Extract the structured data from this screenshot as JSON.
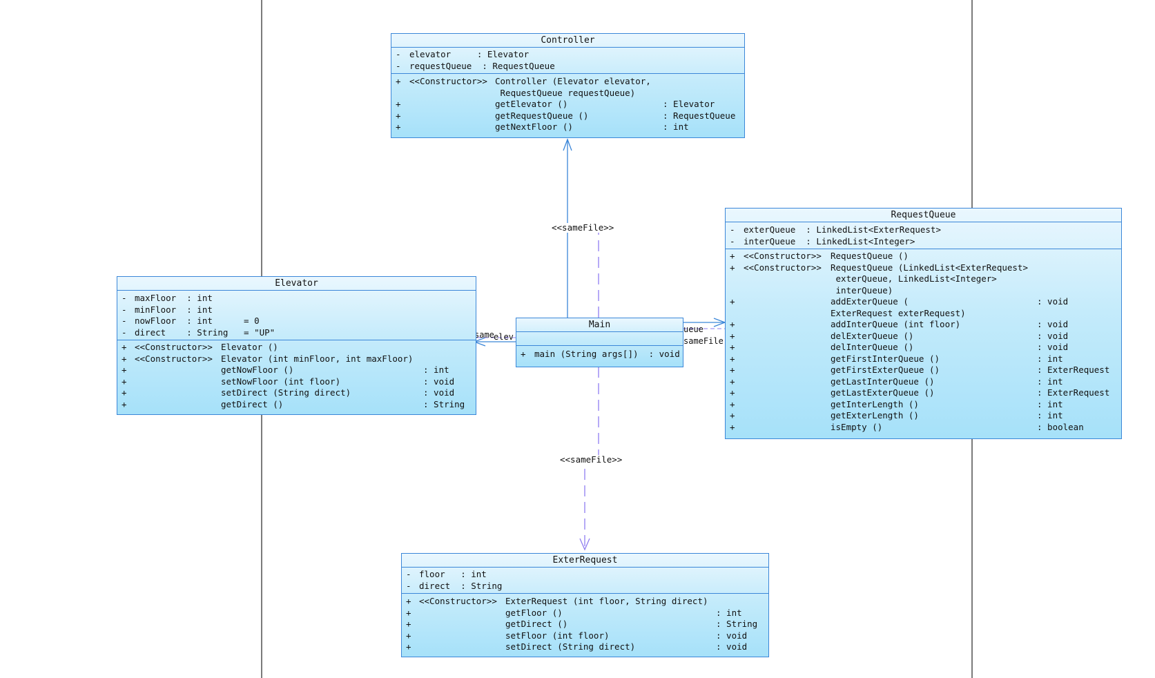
{
  "colors": {
    "border": "#3a86d8",
    "fill_top": "#eaf7fe",
    "fill_bottom": "#a6e1f9",
    "assoc_line": "#3a86d8",
    "dependency_line": "#8e7cf0",
    "frame_line": "#222222"
  },
  "classes": {
    "controller": {
      "name": "Controller",
      "attributes": [
        {
          "vis": "-",
          "name": "elevator     : Elevator"
        },
        {
          "vis": "-",
          "name": "requestQueue  : RequestQueue"
        }
      ],
      "operations": [
        {
          "vis": "+",
          "stereo": "<<Constructor>>",
          "name": "Controller (Elevator elevator,",
          "ret": ""
        },
        {
          "vis": "",
          "stereo": "",
          "name": " RequestQueue requestQueue)",
          "ret": ""
        },
        {
          "vis": "+",
          "stereo": "",
          "name": "getElevator ()",
          "ret": ": Elevator"
        },
        {
          "vis": "+",
          "stereo": "",
          "name": "getRequestQueue ()",
          "ret": ": RequestQueue"
        },
        {
          "vis": "+",
          "stereo": "",
          "name": "getNextFloor ()",
          "ret": ": int"
        }
      ]
    },
    "elevator": {
      "name": "Elevator",
      "attributes": [
        {
          "vis": "-",
          "name": "maxFloor  : int"
        },
        {
          "vis": "-",
          "name": "minFloor  : int"
        },
        {
          "vis": "-",
          "name": "nowFloor  : int      = 0"
        },
        {
          "vis": "-",
          "name": "direct    : String   = \"UP\""
        }
      ],
      "operations": [
        {
          "vis": "+",
          "stereo": "<<Constructor>>",
          "name": "Elevator ()",
          "ret": ""
        },
        {
          "vis": "+",
          "stereo": "<<Constructor>>",
          "name": "Elevator (int minFloor, int maxFloor)",
          "ret": ""
        },
        {
          "vis": "+",
          "stereo": "",
          "name": "getNowFloor ()",
          "ret": ": int"
        },
        {
          "vis": "+",
          "stereo": "",
          "name": "setNowFloor (int floor)",
          "ret": ": void"
        },
        {
          "vis": "+",
          "stereo": "",
          "name": "setDirect (String direct)",
          "ret": ": void"
        },
        {
          "vis": "+",
          "stereo": "",
          "name": "getDirect ()",
          "ret": ": String"
        }
      ]
    },
    "main": {
      "name": "Main",
      "attributes": [],
      "operations": [
        {
          "vis": "+",
          "stereo": "",
          "name": "main (String args[])  : void",
          "ret": ""
        }
      ]
    },
    "request_queue": {
      "name": "RequestQueue",
      "attributes": [
        {
          "vis": "-",
          "name": "exterQueue  : LinkedList<ExterRequest>"
        },
        {
          "vis": "-",
          "name": "interQueue  : LinkedList<Integer>"
        }
      ],
      "operations": [
        {
          "vis": "+",
          "stereo": "<<Constructor>>",
          "name": "RequestQueue ()",
          "ret": ""
        },
        {
          "vis": "+",
          "stereo": "<<Constructor>>",
          "name": "RequestQueue (LinkedList<ExterRequest>",
          "ret": ""
        },
        {
          "vis": "",
          "stereo": "",
          "name": " exterQueue, LinkedList<Integer>",
          "ret": ""
        },
        {
          "vis": "",
          "stereo": "",
          "name": " interQueue)",
          "ret": ""
        },
        {
          "vis": "+",
          "stereo": "",
          "name": "addExterQueue (",
          "ret": ": void"
        },
        {
          "vis": "",
          "stereo": "",
          "name": "ExterRequest exterRequest)",
          "ret": ""
        },
        {
          "vis": "+",
          "stereo": "",
          "name": "addInterQueue (int floor)",
          "ret": ": void"
        },
        {
          "vis": "+",
          "stereo": "",
          "name": "delExterQueue ()",
          "ret": ": void"
        },
        {
          "vis": "+",
          "stereo": "",
          "name": "delInterQueue ()",
          "ret": ": void"
        },
        {
          "vis": "+",
          "stereo": "",
          "name": "getFirstInterQueue ()",
          "ret": ": int"
        },
        {
          "vis": "+",
          "stereo": "",
          "name": "getFirstExterQueue ()",
          "ret": ": ExterRequest"
        },
        {
          "vis": "+",
          "stereo": "",
          "name": "getLastInterQueue ()",
          "ret": ": int"
        },
        {
          "vis": "+",
          "stereo": "",
          "name": "getLastExterQueue ()",
          "ret": ": ExterRequest"
        },
        {
          "vis": "+",
          "stereo": "",
          "name": "getInterLength ()",
          "ret": ": int"
        },
        {
          "vis": "+",
          "stereo": "",
          "name": "getExterLength ()",
          "ret": ": int"
        },
        {
          "vis": "+",
          "stereo": "",
          "name": "isEmpty ()",
          "ret": ": boolean"
        }
      ]
    },
    "exter_request": {
      "name": "ExterRequest",
      "attributes": [
        {
          "vis": "-",
          "name": "floor   : int"
        },
        {
          "vis": "-",
          "name": "direct  : String"
        }
      ],
      "operations": [
        {
          "vis": "+",
          "stereo": "<<Constructor>>",
          "name": "ExterRequest (int floor, String direct)",
          "ret": ""
        },
        {
          "vis": "+",
          "stereo": "",
          "name": "getFloor ()",
          "ret": ": int"
        },
        {
          "vis": "+",
          "stereo": "",
          "name": "getDirect ()",
          "ret": ": String"
        },
        {
          "vis": "+",
          "stereo": "",
          "name": "setFloor (int floor)",
          "ret": ": void"
        },
        {
          "vis": "+",
          "stereo": "",
          "name": "setDirect (String direct)",
          "ret": ": void"
        }
      ]
    }
  },
  "relations": {
    "main_controller_label": "<<sameFile>>",
    "main_exter_label": "<<sameFile>>",
    "main_elevator_label_a": "same",
    "main_elevator_label_b": "elev",
    "main_queue_label_a": "ueue",
    "main_queue_label_b": "sameFile"
  }
}
